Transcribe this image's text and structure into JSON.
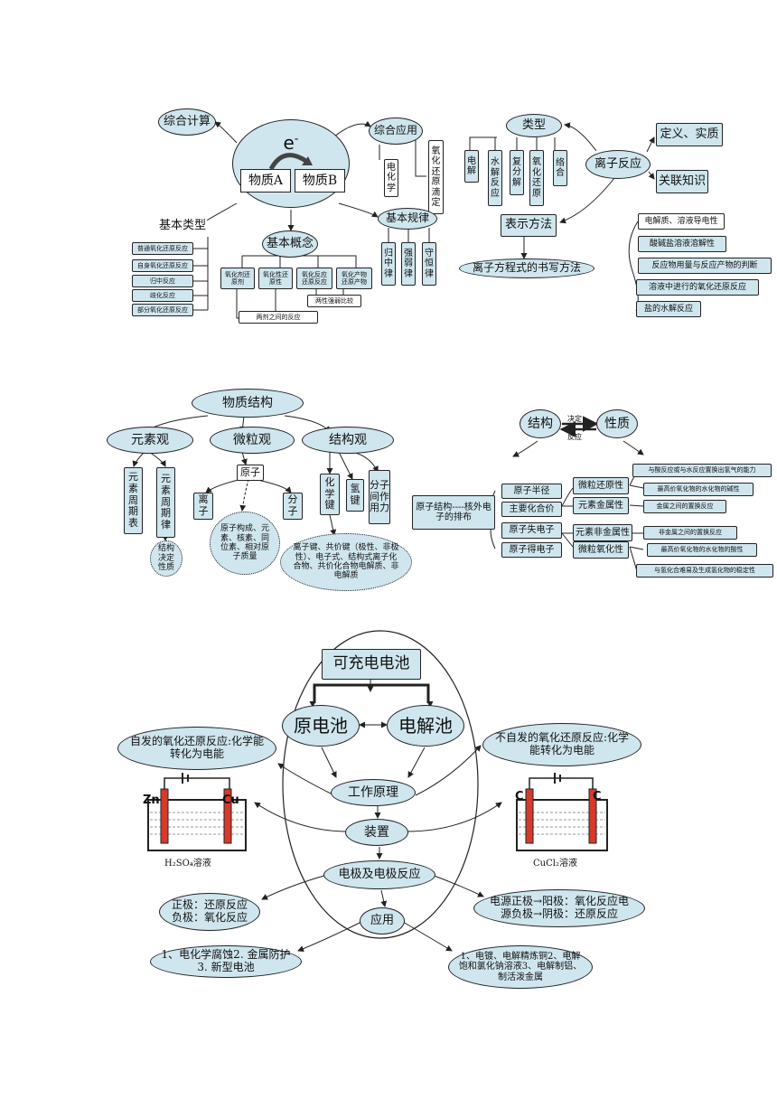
{
  "s1": {
    "calc": "综合计算",
    "electron": "e",
    "electron_sup": "-",
    "substance_a": "物质A",
    "substance_b": "物质B",
    "application": "综合应用",
    "electrochem": "电化学",
    "titration": "氧化还原滴定",
    "types": "基本类型",
    "type_items": [
      "普通氧化还原反应",
      "自身氧化还原反应",
      "归中反应",
      "歧化反应",
      "部分氧化还原反应"
    ],
    "concepts": "基本概念",
    "concept_items": [
      "氧化剂还原剂",
      "氧化性还原性",
      "氧化反应还原反应",
      "氧化产物还原产物"
    ],
    "compare": "两性强弱比较",
    "between": "两剂之间的反应",
    "laws": "基本规律",
    "law_items": [
      "归中律",
      "强弱律",
      "守恒律"
    ]
  },
  "s2": {
    "types": "类型",
    "type_items": [
      "电解",
      "水解反应",
      "复分解",
      "氧化还原",
      "络合"
    ],
    "ionic": "离子反应",
    "definition": "定义、实质",
    "related": "关联知识",
    "related_items": [
      "电解质、溶液导电性",
      "酸碱盐溶液溶解性",
      "反应物用量与反应产物的判断",
      "溶液中进行的氧化还原反应",
      "盐的水解反应"
    ],
    "representation": "表示方法",
    "equation": "离子方程式的书写方法"
  },
  "s3": {
    "title": "物质结构",
    "element": "元素观",
    "particle": "微粒观",
    "structure": "结构观",
    "table": "元素周期表",
    "law": "元素周期律",
    "decides": "结构决定性质",
    "atom": "原子",
    "ion": "离子",
    "molecule": "分子",
    "atom_detail": "原子构成、元素、核素、同位素、相对原子质量",
    "bond": "化学键",
    "hbond": "氢键",
    "inter": "分子间作用力",
    "bond_detail": "离子键、共价键（极性、非极性）、电子式、结构式离子化合物、共价化合物电解质、非电解质"
  },
  "s4": {
    "structure": "结构",
    "property": "性质",
    "decide": "决定",
    "reflect": "反应",
    "arrangement": "原子结构----核外电子的排布",
    "mid_items": [
      "原子半径",
      "主要化合价",
      "原子失电子",
      "原子得电子"
    ],
    "right_items": [
      "微粒还原性",
      "元素金属性",
      "元素非金属性",
      "微粒氧化性"
    ],
    "far_items": [
      "与酸反应或与水反应置换出氢气的能力",
      "最高价氧化物的水化物的碱性",
      "金属之间的置换反应",
      "非金属之间的置换反应",
      "最高价氧化物的水化物的酸性",
      "与氢化合难易及生成氢化物的稳定性"
    ]
  },
  "s5": {
    "rechargeable": "可充电电池",
    "galvanic": "原电池",
    "electrolytic": "电解池",
    "spont": "自发的氧化还原反应:化学能转化为电能",
    "nonspont": "不自发的氧化还原反应:化学能转化为电能",
    "principle": "工作原理",
    "device": "装置",
    "electrode": "电极及电极反应",
    "application": "应用",
    "zn": "Zn",
    "cu": "Cu",
    "c_left": "C",
    "c_right": "C",
    "sol_left": "H₂SO₄溶液",
    "sol_right": "CuCl₂溶液",
    "pos_neg": "正极：还原反应负极：氧化反应",
    "power": "电源正极→阳极：氧化反应电源负极→阴极：还原反应",
    "app_left": "1、电化学腐蚀2. 金属防护3. 新型电池",
    "app_right": "1、电镀、电解精炼铜2、电解饱和氯化钠溶液3、电解制铝、制活泼金属"
  },
  "colors": {
    "fill": "#cfe6ee",
    "line": "#222222",
    "electrode": "#d63a2b"
  }
}
